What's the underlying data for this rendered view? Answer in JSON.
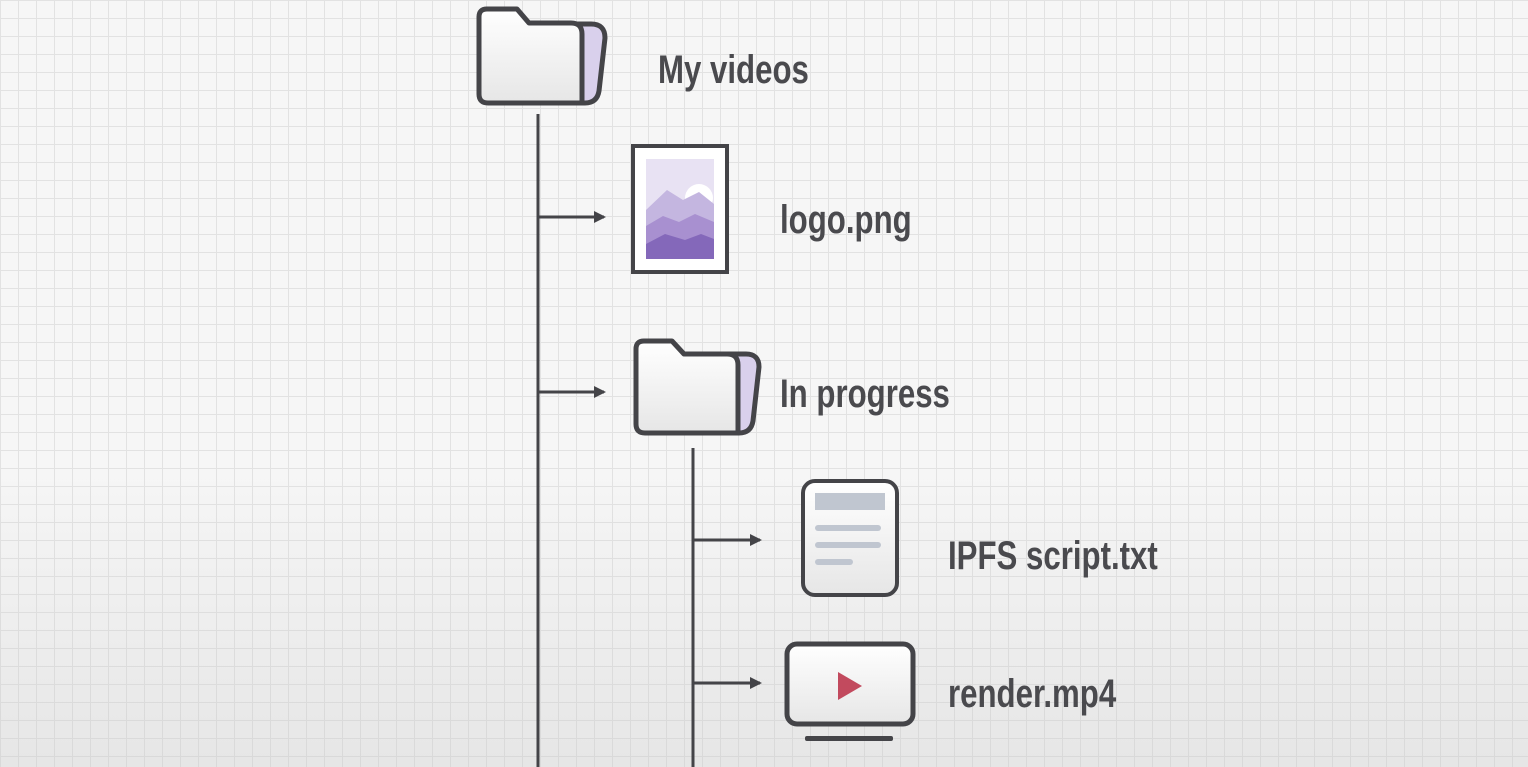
{
  "tree": {
    "root": {
      "label": "My videos",
      "icon": "folder-icon"
    },
    "children": [
      {
        "label": "logo.png",
        "icon": "image-file-icon"
      },
      {
        "label": "In progress",
        "icon": "folder-icon",
        "children": [
          {
            "label": "IPFS script.txt",
            "icon": "text-file-icon"
          },
          {
            "label": "render.mp4",
            "icon": "video-file-icon"
          }
        ]
      }
    ]
  },
  "colors": {
    "outline": "#444448",
    "folder_back": "#d9d0ec",
    "image_sky": "#e8e2f3",
    "mountain_light": "#c4b6e0",
    "mountain_mid": "#a890d0",
    "mountain_dark": "#8468ba",
    "text_lines": "#c0c6d0",
    "play": "#c24a5e",
    "label": "#4a4a4e"
  }
}
